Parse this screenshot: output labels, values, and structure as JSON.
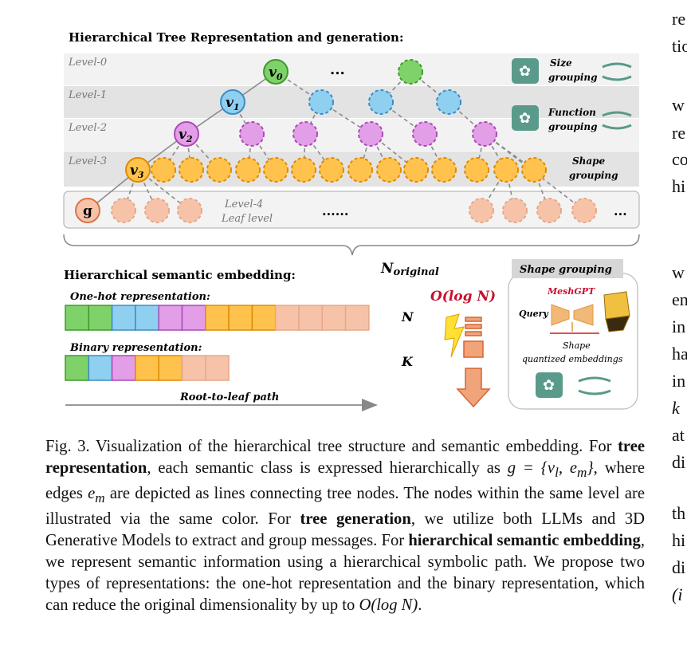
{
  "figure": {
    "title": "Hierarchical Tree Representation and generation:",
    "levels": [
      "Level-0",
      "Level-1",
      "Level-2",
      "Level-3"
    ],
    "leaf_level": [
      "Level-4",
      "Leaf level"
    ],
    "nodes": {
      "v0": "v",
      "v0_sub": "0",
      "v1": "v",
      "v1_sub": "1",
      "v2": "v",
      "v2_sub": "2",
      "v3": "v",
      "v3_sub": "3",
      "g": "g"
    },
    "ellipsis_top": "...",
    "ellipsis_leaf": "......",
    "ellipsis_leaf_end": "...",
    "grouping": [
      {
        "line1": "Size",
        "line2": "grouping"
      },
      {
        "line1": "Function",
        "line2": "grouping"
      },
      {
        "line1": "Shape",
        "line2": "grouping"
      }
    ],
    "n_original": {
      "main": "N",
      "sub": "original"
    },
    "embedding_title": "Hierarchical semantic embedding:",
    "onehot_label": "One-hot representation:",
    "binary_label": "Binary representation:",
    "path_label": "Root-to-leaf path",
    "complexity": "O(log N)",
    "n_label": "N",
    "k_label": "K",
    "shape_panel": {
      "title": "Shape grouping",
      "model": "MeshGPT",
      "query": "Query",
      "emb_line1": "Shape",
      "emb_line2": "quantized embeddings"
    },
    "colors": {
      "green": "#7fd26a",
      "blue": "#8fcff0",
      "pink": "#e39ee8",
      "orange": "#ffc34d",
      "salmon": "#f7c3a8",
      "arrow": "#e88b5a",
      "gpt": "#5a9a8a"
    },
    "onehot_cells": [
      "green",
      "green",
      "blue",
      "blue",
      "pink",
      "pink",
      "orange",
      "orange",
      "orange",
      "salmon",
      "salmon",
      "salmon",
      "salmon"
    ],
    "binary_cells": [
      "green",
      "blue",
      "pink",
      "orange",
      "orange",
      "salmon",
      "salmon"
    ]
  },
  "caption": {
    "p1": "Fig. 3.  Visualization of the hierarchical tree structure and semantic embedding. For ",
    "b1": "tree representation",
    "p2": ", each semantic class is expressed hierarchically as ",
    "math1": "g = {v",
    "math1_sub": "l",
    "math1b": ", e",
    "math1_sub2": "m",
    "math1c": "}",
    "p3": ", where edges ",
    "math2": "e",
    "math2_sub": "m",
    "p4": " are depicted as lines connecting tree nodes. The nodes within the same level are illustrated via the same color. For ",
    "b2": "tree generation",
    "p5": ", we utilize both LLMs and 3D Generative Models to extract and group messages. For ",
    "b3": "hierarchical semantic embedding",
    "p6": ", we represent semantic information using a hierarchical symbolic path. We propose two types of representations: the one-hot representation and the binary representation, which can reduce the original dimensionality by up to ",
    "math3": "O(log N)",
    "p7": "."
  },
  "right_column": [
    "re",
    "tio",
    "w",
    "re",
    "co",
    "hi",
    "w",
    "en",
    "in",
    "ha",
    "in",
    "k",
    "at",
    "di",
    "th",
    "hi",
    "di",
    "(i"
  ]
}
